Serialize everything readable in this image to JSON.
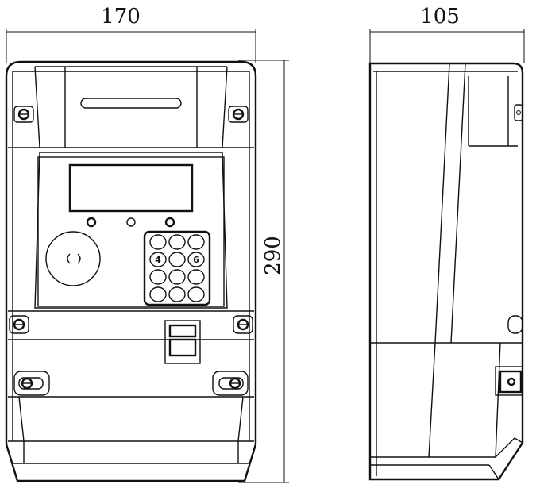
{
  "dimensions": {
    "width": "170",
    "depth": "105",
    "height": "290"
  },
  "keypad": {
    "labels": [
      "",
      "",
      "",
      "4",
      "",
      "6",
      "",
      "",
      "",
      "",
      "",
      ""
    ]
  }
}
